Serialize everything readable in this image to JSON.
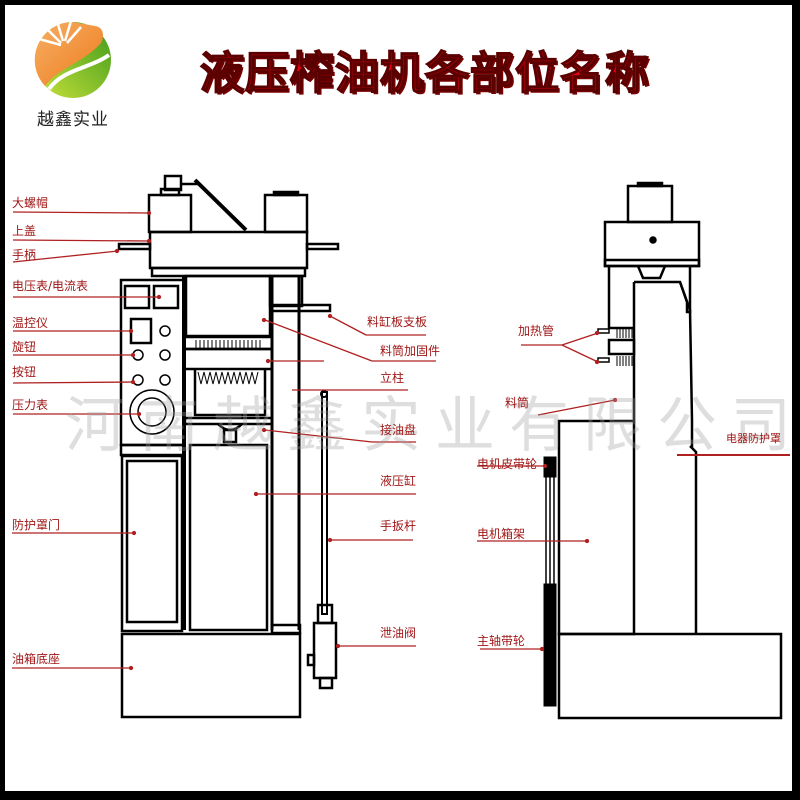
{
  "logo": {
    "company_name": "越鑫实业",
    "icon": "sun-leaf-logo-icon",
    "colors": {
      "orange": "#f08a2a",
      "green": "#5fb526"
    }
  },
  "title": "液压榨油机各部位名称",
  "watermark": "河南越鑫实业有限公司",
  "colors": {
    "frame": "#000000",
    "label": "#a01818",
    "leader": "#b02020",
    "title": "#e30010",
    "line": "#000000"
  },
  "front_view": {
    "left_labels": [
      {
        "text": "大螺帽"
      },
      {
        "text": "上盖"
      },
      {
        "text": "手柄"
      },
      {
        "text": "电压表/电流表"
      },
      {
        "text": "温控仪"
      },
      {
        "text": "旋钮"
      },
      {
        "text": "按钮"
      },
      {
        "text": "压力表"
      },
      {
        "text": "防护罩门"
      },
      {
        "text": "油箱底座"
      }
    ],
    "right_labels": [
      {
        "text": "料缸板支板"
      },
      {
        "text": "料筒加固件"
      },
      {
        "text": "立柱"
      },
      {
        "text": "接油盘"
      },
      {
        "text": "液压缸"
      },
      {
        "text": "手扳杆"
      },
      {
        "text": "泄油阀"
      }
    ]
  },
  "side_view": {
    "labels": [
      {
        "text": "加热管"
      },
      {
        "text": "料筒"
      },
      {
        "text": "电器防护罩"
      },
      {
        "text": "电机皮带轮"
      },
      {
        "text": "电机箱架"
      },
      {
        "text": "主轴带轮"
      }
    ]
  }
}
